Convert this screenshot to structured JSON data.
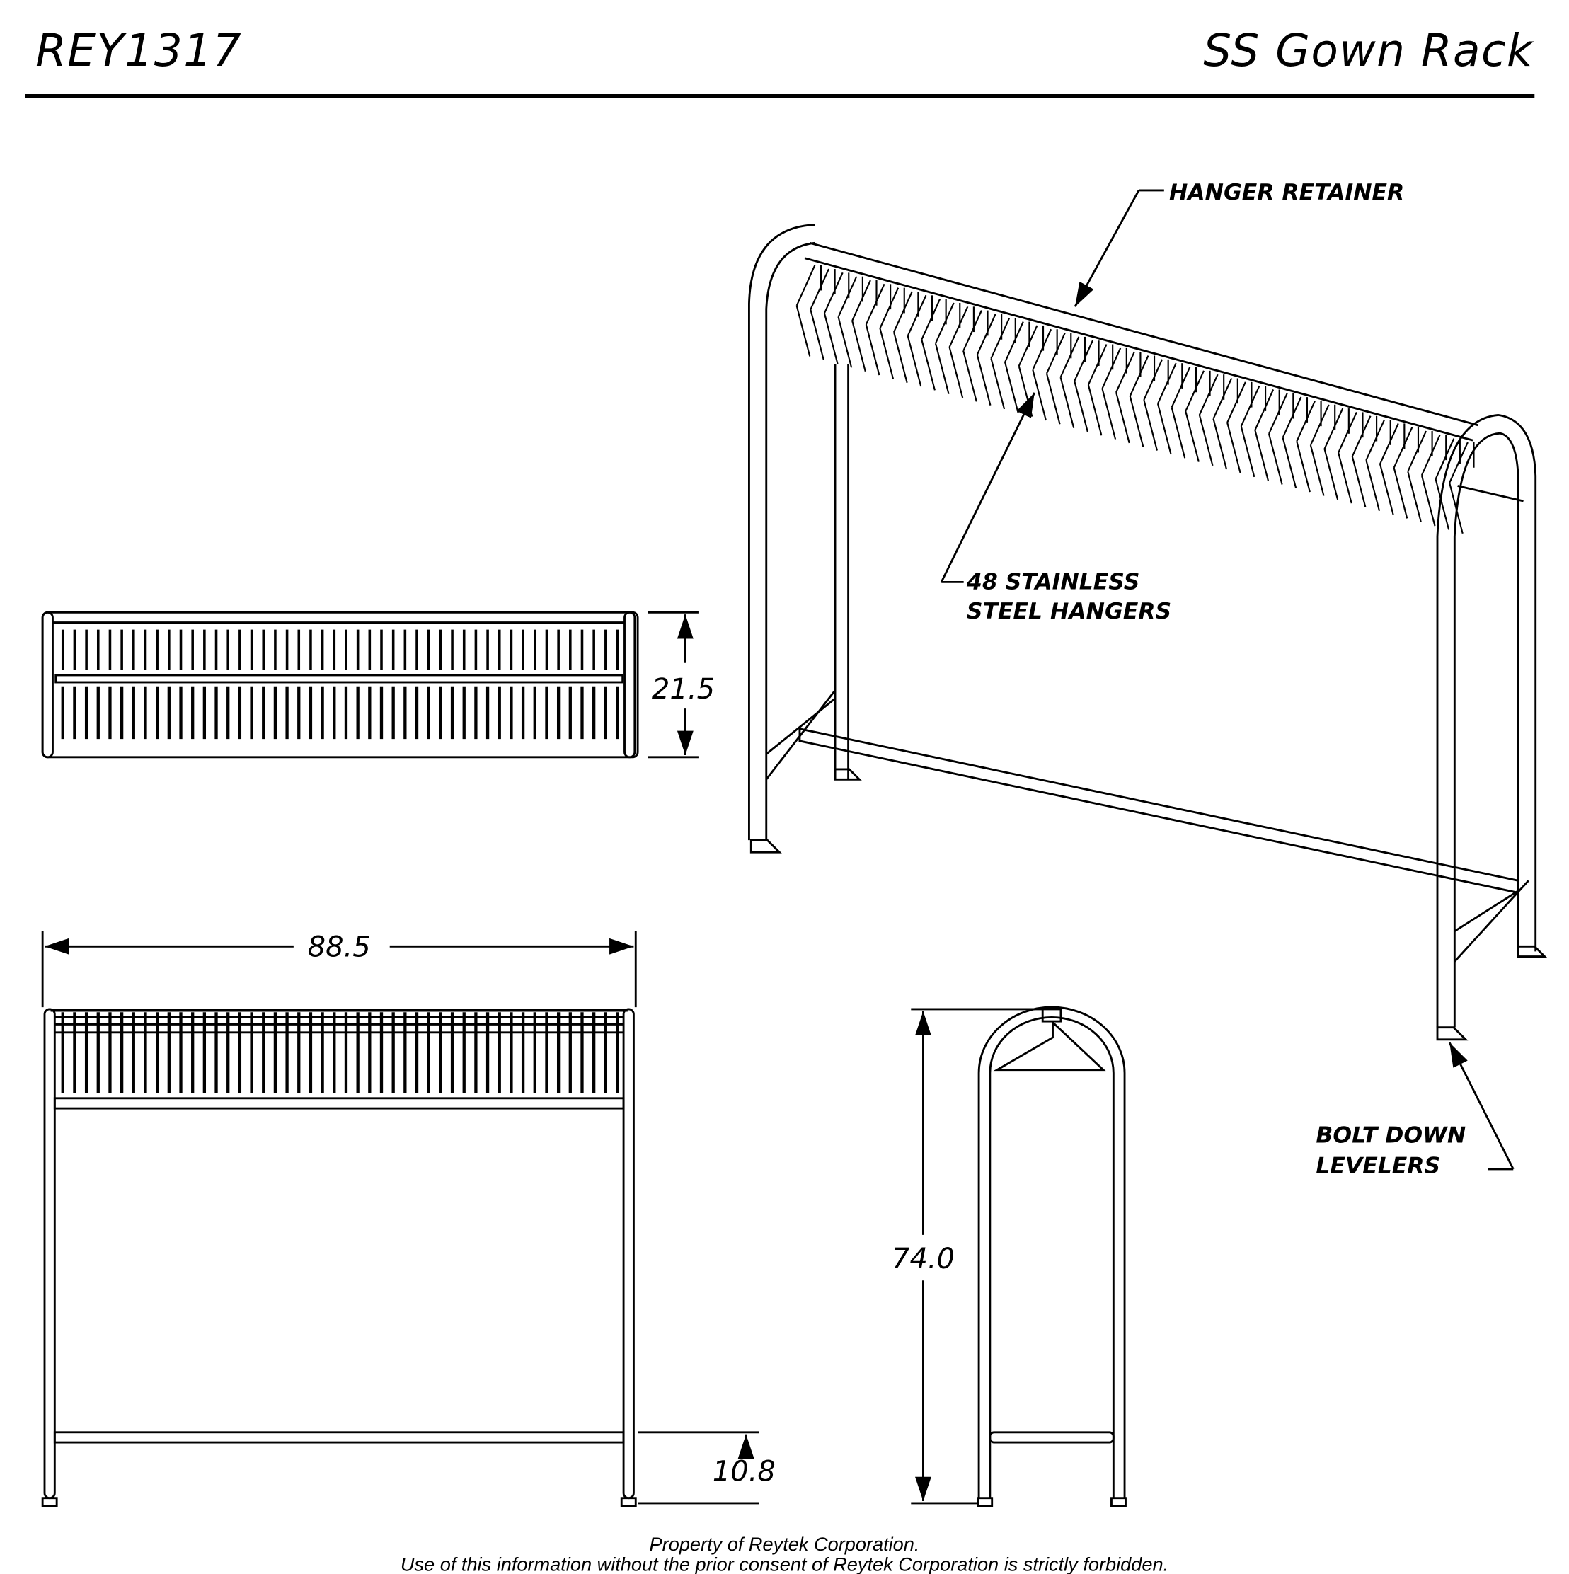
{
  "header": {
    "part_number": "REY1317",
    "product_name": "SS Gown Rack"
  },
  "callouts": {
    "hanger_retainer": "HANGER RETAINER",
    "hangers_line1": "48 STAINLESS",
    "hangers_line2": "STEEL HANGERS",
    "levelers_line1": "BOLT DOWN",
    "levelers_line2": "LEVELERS"
  },
  "dimensions": {
    "depth": "21.5",
    "width": "88.5",
    "bottom_bar_height": "10.8",
    "height": "74.0"
  },
  "hanger_count": 48,
  "footer": {
    "line1": "Property of Reytek Corporation.",
    "line2": "Use of this information without the prior consent of Reytek Corporation is strictly forbidden."
  }
}
